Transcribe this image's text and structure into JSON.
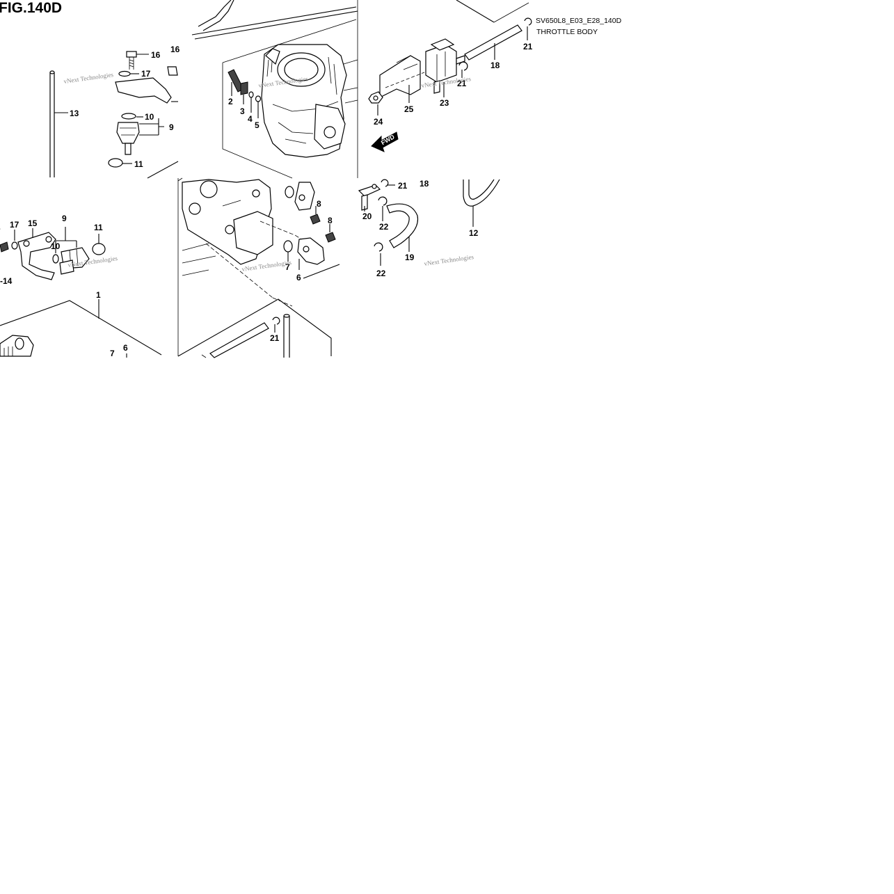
{
  "header": {
    "fig_title": "FIG.140D",
    "model_code": "SV650L8_E03_E28_140D",
    "section_name": "THROTTLE BODY"
  },
  "direction_label": "FWD",
  "watermark": "vNext Technologies",
  "labels": {
    "top_left": [
      "16",
      "17",
      "16",
      "13",
      "10",
      "9",
      "11"
    ],
    "top_middle": [
      "2",
      "3",
      "4",
      "5"
    ],
    "top_right": [
      "21",
      "18",
      "21",
      "25",
      "23",
      "24"
    ],
    "mid_left": [
      "17",
      "15",
      "9",
      "11",
      "10",
      "-14"
    ],
    "mid_middle": [
      "8",
      "8",
      "7",
      "6"
    ],
    "mid_right": [
      "21",
      "18",
      "20",
      "22",
      "19",
      "22",
      "12"
    ],
    "bottom_left": [
      "1",
      "7",
      "6"
    ],
    "bottom_middle": [
      "21"
    ]
  },
  "icons": {
    "fwd_arrow": "fwd-arrow-icon"
  }
}
